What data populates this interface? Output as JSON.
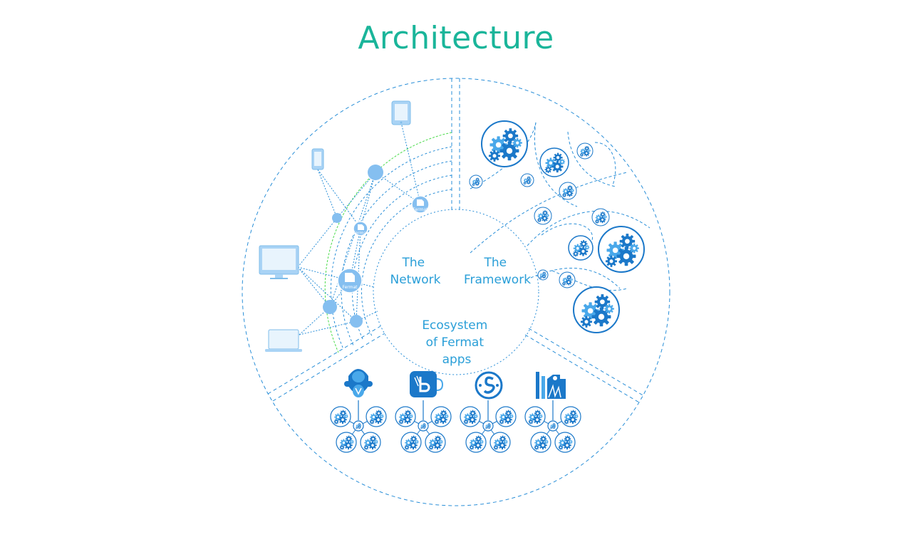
{
  "page": {
    "title": "Architecture"
  },
  "segments": {
    "network": [
      "The",
      "Network"
    ],
    "framework": [
      "The",
      "Framework"
    ],
    "ecosystem": [
      "Ecosystem",
      "of Fermat",
      "apps"
    ]
  },
  "node_label": "Fermat",
  "colors": {
    "title": "#1ab59a",
    "line": "#2a8fd8",
    "node": "#85bff0",
    "gear_dark": "#1b78c9",
    "gear_light": "#49a8ea",
    "device": "#a9d3f5",
    "green_arc": "#4ddc4d"
  }
}
